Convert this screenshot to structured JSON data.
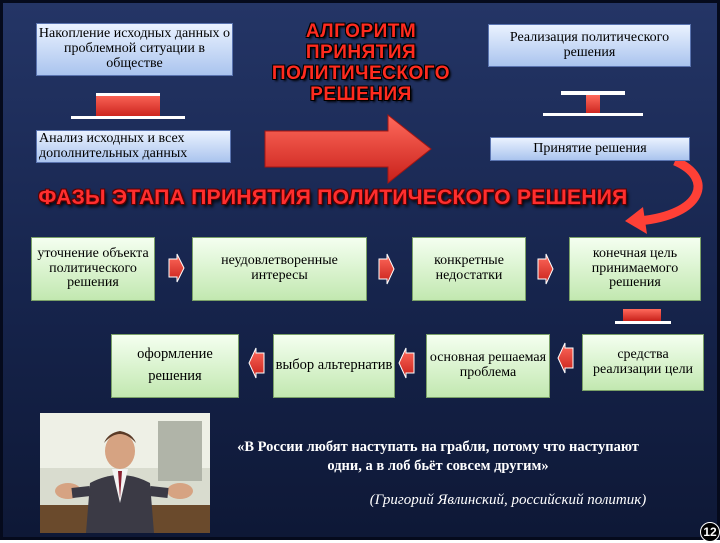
{
  "top_row": {
    "box1": "Накопление исходных данных о проблемной ситуации в обществе",
    "title": "АЛГОРИТМ ПРИНЯТИЯ ПОЛИТИЧЕСКОГО РЕШЕНИЯ",
    "box3": "Реализация политического решения"
  },
  "second_row": {
    "box2": "Анализ исходных и всех дополнительных данных",
    "box4": "Принятие решения"
  },
  "phases_heading": "ФАЗЫ ЭТАПА ПРИНЯТИЯ ПОЛИТИЧЕСКОГО РЕШЕНИЯ",
  "phases_row1": [
    "уточнение объекта политического решения",
    "неудовлетворенные интересы",
    "конкретные недостатки",
    "конечная цель принимаемого решения"
  ],
  "phases_row2": [
    "оформление решения",
    "выбор альтернатив",
    "основная решаемая проблема",
    "средства реализации цели"
  ],
  "quote": "«В России любят наступать на грабли, потому что наступают одни, а в лоб бьёт совсем другим»",
  "author": "(Григорий Явлинский, российский политик)",
  "page_number": "12",
  "colors": {
    "background": "#1c2b59",
    "blue_box": "#c8daf7",
    "green_box": "#dff4d6",
    "title_red": "#ff2b1f",
    "arrow_red": "#f0403a"
  }
}
